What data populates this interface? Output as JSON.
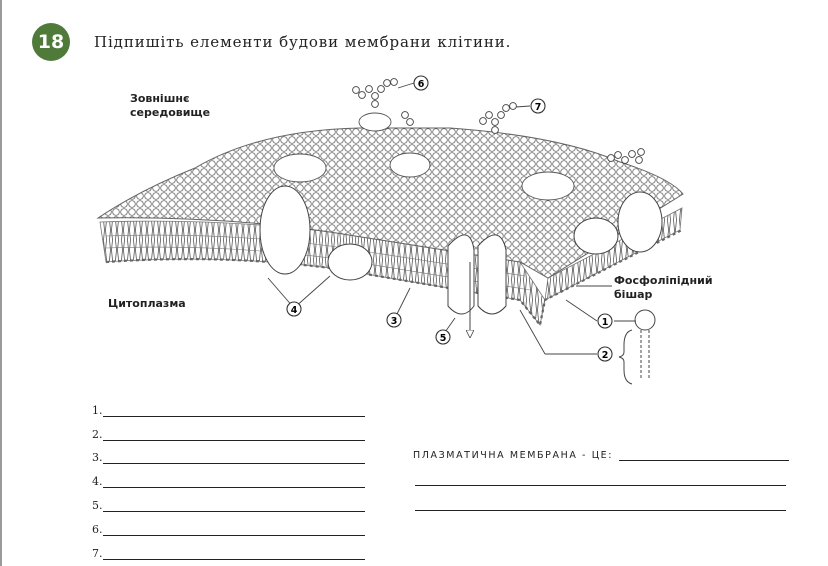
{
  "task": {
    "number": "18",
    "title": "Підпишіть елементи будови мембрани клітини."
  },
  "diagram": {
    "labels": {
      "outside": "Зовнішнє середовище",
      "cytoplasm": "Цитоплазма",
      "bilayer": "Фосфоліпідний бішар"
    },
    "markers": [
      "1",
      "2",
      "3",
      "4",
      "5",
      "6",
      "7"
    ]
  },
  "answer_lines": [
    "1.",
    "2.",
    "3.",
    "4.",
    "5.",
    "6.",
    "7."
  ],
  "definition": {
    "prompt": "ПЛАЗМАТИЧНА МЕМБРАНА - ЦЕ:"
  }
}
